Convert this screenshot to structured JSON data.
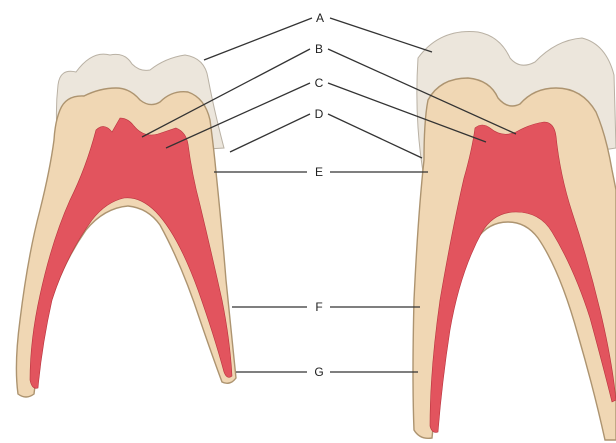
{
  "labels": {
    "a": "A",
    "b": "B",
    "c": "C",
    "d": "D",
    "e": "E",
    "f": "F",
    "g": "G"
  },
  "colors": {
    "enamel": "#ece6dc",
    "dentin": "#f0d7b4",
    "pulp": "#e2545e",
    "leader_lines": "#333333"
  }
}
